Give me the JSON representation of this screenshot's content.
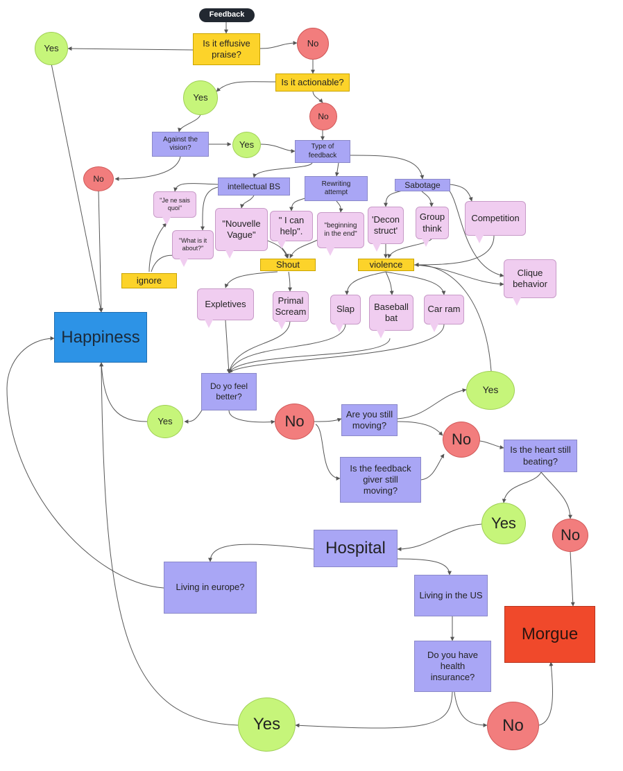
{
  "nodes": {
    "feedback": "Feedback",
    "effusive": "Is it effusive\npraise?",
    "yes_praise": "Yes",
    "no_praise": "No",
    "actionable": "Is it actionable?",
    "yes_actionable": "Yes",
    "no_actionable": "No",
    "against_vision": "Against the\nvision?",
    "yes_vision": "Yes",
    "no_vision": "No",
    "type_feedback": "Type of\nfeedback",
    "intellectual": "intellectual BS",
    "rewriting": "Rewriting\nattempt",
    "sabotage": "Sabotage",
    "je_ne_sais": "\"Je ne sais\nquoi\"",
    "what_about": "\"What is it\nabout?\"",
    "nouvelle": "\"Nouvelle\nVague\"",
    "i_can_help": "\" I can\nhelp\".",
    "beginning": "\"beginning\nin the end\"",
    "deconstruct": "'Decon\nstruct'",
    "group_think": "Group\nthink",
    "competition": "Competition",
    "clique": "Clique\nbehavior",
    "ignore": "ignore",
    "shout": "Shout",
    "violence": "violence",
    "expletives": "Expletives",
    "primal": "Primal\nScream",
    "slap": "Slap",
    "baseball": "Baseball\nbat",
    "car_ram": "Car ram",
    "happiness": "Happiness",
    "feel_better": "Do yo feel\nbetter?",
    "yes_better": "Yes",
    "no_better": "No",
    "still_moving": "Are you still\nmoving?",
    "yes_moving": "Yes",
    "no_moving": "No",
    "giver_moving": "Is the feedback\ngiver still\nmoving?",
    "heart": "Is the heart still\nbeating?",
    "yes_heart": "Yes",
    "no_heart": "No",
    "hospital": "Hospital",
    "europe": "Living in europe?",
    "us": "Living in the US",
    "insurance": "Do you have\nhealth\ninsurance?",
    "morgue": "Morgue",
    "yes_insurance": "Yes",
    "no_insurance": "No"
  },
  "colors": {
    "purple": "#a9a6f5",
    "yellow": "#fcd32a",
    "green": "#c6f57a",
    "red": "#f27d7d",
    "pink": "#f0cdf0",
    "blue": "#2d93e6",
    "morgue": "#f0492b",
    "line": "#555555"
  }
}
